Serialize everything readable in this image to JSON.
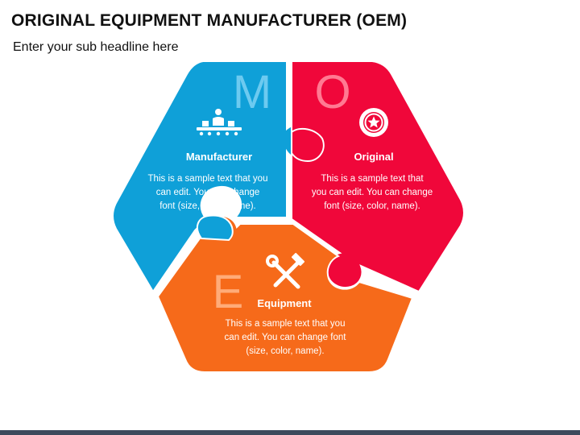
{
  "title": "ORIGINAL EQUIPMENT MANUFACTURER (OEM)",
  "subtitle": "Enter your sub headline here",
  "colors": {
    "manufacturer": "#0fa0d8",
    "original": "#f0073a",
    "equipment": "#f66a1a",
    "bottom_bar": "#3d4a5c"
  },
  "pieces": {
    "manufacturer": {
      "letter": "M",
      "label": "Manufacturer",
      "icon": "factory-worker-conveyor-icon",
      "desc": [
        "This is a sample text that you",
        "can edit. You can change",
        "font (size, color, name)."
      ]
    },
    "original": {
      "letter": "O",
      "label": "Original",
      "icon": "star-badge-icon",
      "desc": [
        "This is a sample text that",
        "you can edit. You can change",
        "font (size, color, name)."
      ]
    },
    "equipment": {
      "letter": "E",
      "label": "Equipment",
      "icon": "hammer-wrench-icon",
      "desc": [
        "This is a sample text that you",
        "can edit. You can change font",
        "(size, color, name)."
      ]
    }
  }
}
